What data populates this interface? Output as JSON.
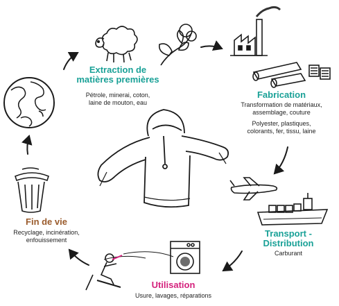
{
  "colors": {
    "teal": "#1aa197",
    "brown": "#9a5b2c",
    "magenta": "#d4217c",
    "ink": "#1a1a1a"
  },
  "stages": {
    "extraction": {
      "title_line1": "Extraction de",
      "title_line2": "matières premières",
      "desc_line1": "Pétrole, minerai, coton,",
      "desc_line2": "laine de mouton, eau"
    },
    "fabrication": {
      "title": "Fabrication",
      "desc_line1": "Transformation de matériaux,",
      "desc_line2": "assemblage, couture",
      "desc_line3": "Polyester, plastiques,",
      "desc_line4": "colorants, fer, tissu, laine"
    },
    "transport": {
      "title": "Transport - Distribution",
      "desc": "Carburant"
    },
    "utilisation": {
      "title": "Utilisation",
      "desc": "Usure, lavages, réparations"
    },
    "fin_de_vie": {
      "title": "Fin de vie",
      "desc_line1": "Recyclage, incinération,",
      "desc_line2": "enfouissement"
    }
  },
  "icons": [
    "sheep-icon",
    "cotton-plant-icon",
    "factory-icon",
    "fabric-rolls-icon",
    "thread-spools-icon",
    "airplane-icon",
    "cargo-ship-icon",
    "washing-machine-icon",
    "skier-icon",
    "trash-can-icon",
    "globe-icon",
    "sweater-icon"
  ]
}
